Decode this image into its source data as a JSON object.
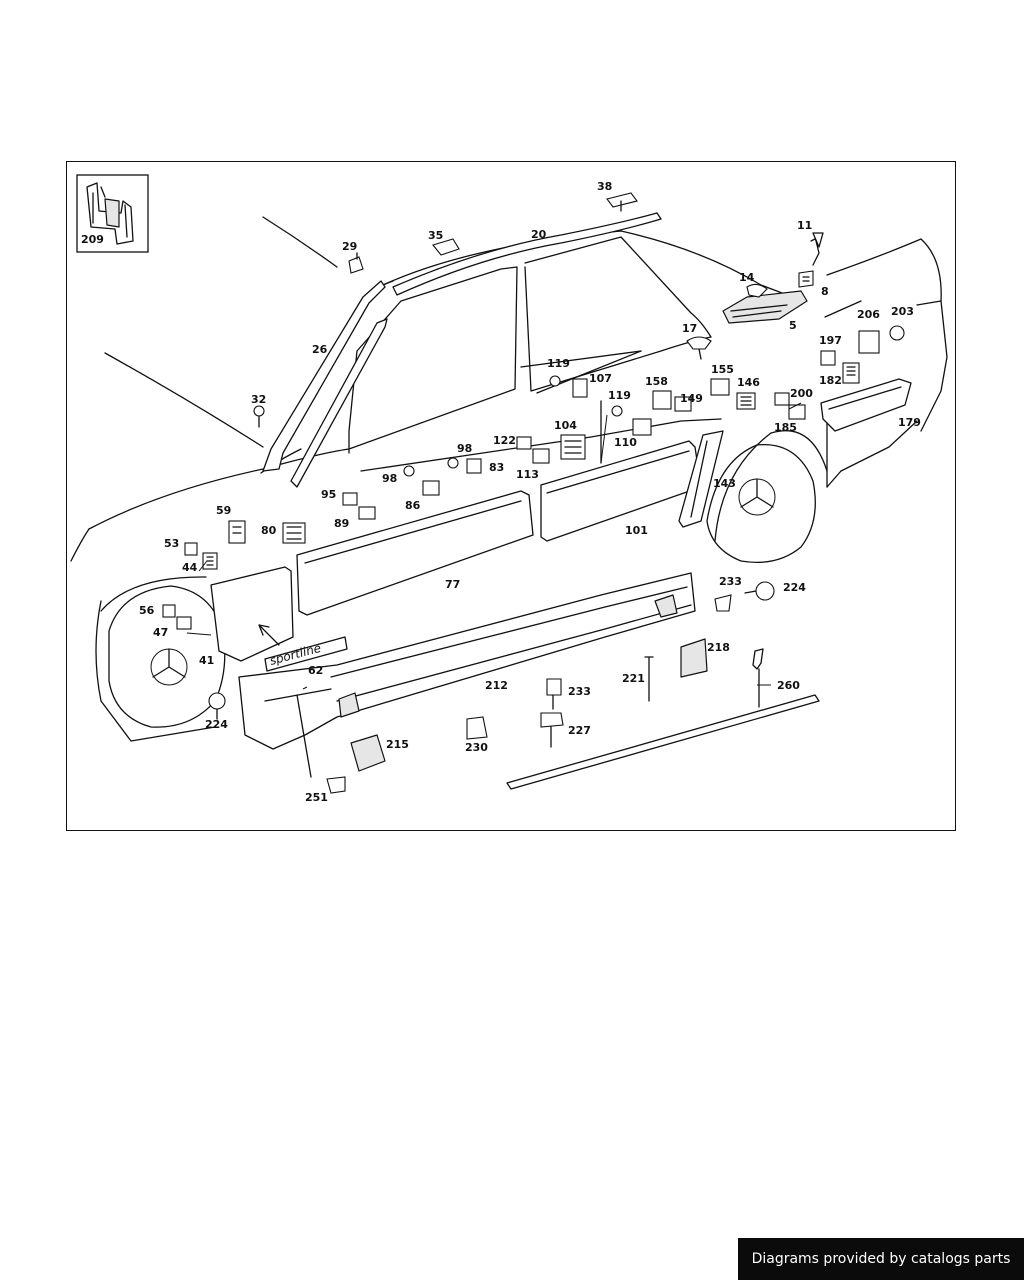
{
  "diagram": {
    "inset_label": "209",
    "emblem_text": "sportline",
    "labels": {
      "l38": "38",
      "l11": "11",
      "l29": "29",
      "l35": "35",
      "l20": "20",
      "l14": "14",
      "l8": "8",
      "l5": "5",
      "l26": "26",
      "l17": "17",
      "l206": "206",
      "l203": "203",
      "l197": "197",
      "l119a": "119",
      "l107": "107",
      "l32": "32",
      "l119b": "119",
      "l158": "158",
      "l155": "155",
      "l146": "146",
      "l200": "200",
      "l182": "182",
      "l149": "149",
      "l104": "104",
      "l110": "110",
      "l122": "122",
      "l98a": "98",
      "l98b": "98",
      "l83": "83",
      "l113": "113",
      "l185": "185",
      "l179": "179",
      "l95": "95",
      "l86": "86",
      "l143": "143",
      "l59": "59",
      "l89": "89",
      "l80": "80",
      "l101": "101",
      "l53": "53",
      "l44": "44",
      "l77": "77",
      "l233a": "233",
      "l224a": "224",
      "l56": "56",
      "l47": "47",
      "l218": "218",
      "l41": "41",
      "l62": "62",
      "l221": "221",
      "l260": "260",
      "l212": "212",
      "l233b": "233",
      "l224b": "224",
      "l227": "227",
      "l215": "215",
      "l230": "230",
      "l251": "251"
    }
  },
  "footer": {
    "text": "Diagrams provided by catalogs parts"
  }
}
